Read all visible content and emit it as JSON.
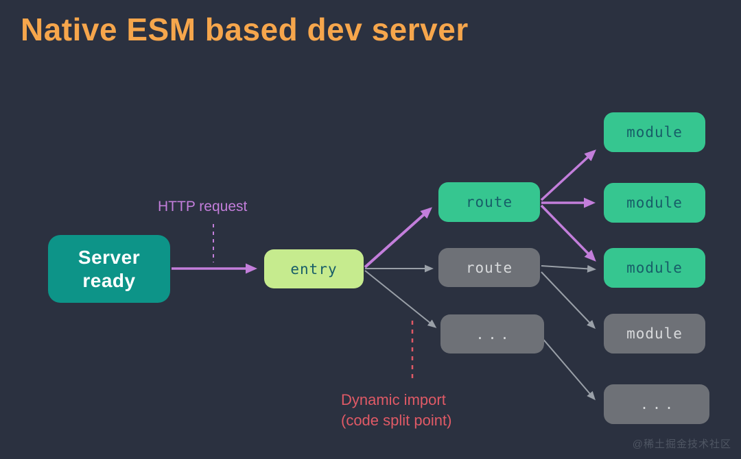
{
  "title": "Native ESM based dev server",
  "annotations": {
    "http_request": "HTTP request",
    "dynamic_import": "Dynamic import\n(code split point)"
  },
  "nodes": {
    "server_ready": {
      "label": "Server\nready",
      "kind": "server"
    },
    "entry": {
      "label": "entry",
      "kind": "entry"
    },
    "route_top": {
      "label": "route",
      "kind": "active"
    },
    "route_mid": {
      "label": "route",
      "kind": "inactive"
    },
    "route_more": {
      "label": "...",
      "kind": "inactive"
    },
    "module_1": {
      "label": "module",
      "kind": "active"
    },
    "module_2": {
      "label": "module",
      "kind": "active"
    },
    "module_3": {
      "label": "module",
      "kind": "active"
    },
    "module_4": {
      "label": "module",
      "kind": "inactive"
    },
    "module_more": {
      "label": "...",
      "kind": "inactive"
    }
  },
  "edges": [
    {
      "from": "server_ready",
      "to": "entry",
      "style": "purple-solid",
      "note": "HTTP request"
    },
    {
      "from": "entry",
      "to": "route_top",
      "style": "purple-solid"
    },
    {
      "from": "entry",
      "to": "route_mid",
      "style": "gray-solid"
    },
    {
      "from": "entry",
      "to": "route_more",
      "style": "gray-solid",
      "note": "Dynamic import (code split point)"
    },
    {
      "from": "route_top",
      "to": "module_1",
      "style": "purple-solid"
    },
    {
      "from": "route_top",
      "to": "module_2",
      "style": "purple-solid"
    },
    {
      "from": "route_top",
      "to": "module_3",
      "style": "purple-solid"
    },
    {
      "from": "route_mid",
      "to": "module_3",
      "style": "gray-solid"
    },
    {
      "from": "route_mid",
      "to": "module_4",
      "style": "gray-solid"
    },
    {
      "from": "route_more",
      "to": "module_more",
      "style": "gray-solid"
    }
  ],
  "watermark": "@稀土掘金技术社区",
  "colors": {
    "background": "#2b3140",
    "title": "#f6a64c",
    "server-box": "#0d9488",
    "server-text": "#ffffff",
    "entry-box": "#c6eb8e",
    "active-box": "#36c690",
    "active-text": "#175d68",
    "inactive-box": "#6e7177",
    "inactive-text": "#d8dadc",
    "purple": "#c37edb",
    "gray-arrow": "#9aa0a8",
    "red": "#e05a66",
    "watermark": "#4f5663"
  }
}
